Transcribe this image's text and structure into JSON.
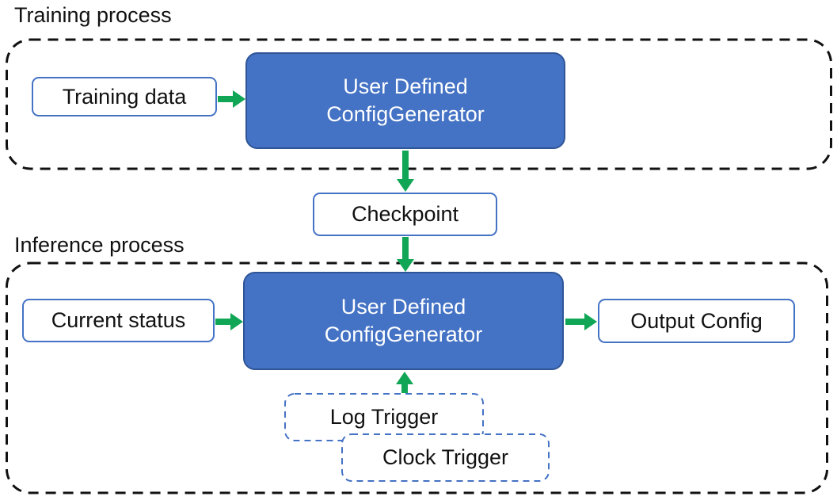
{
  "titles": {
    "training": "Training process",
    "inference": "Inference process"
  },
  "boxes": {
    "training_data": "Training data",
    "generator_line1": "User Defined",
    "generator_line2": "ConfigGenerator",
    "checkpoint": "Checkpoint",
    "current_status": "Current status",
    "output_config": "Output Config",
    "log_trigger": "Log Trigger",
    "clock_trigger": "Clock Trigger"
  },
  "colors": {
    "box_fill_blue": "#4472C4",
    "box_border_dark_blue": "#2F5597",
    "light_box_border_blue": "#4472C4",
    "trigger_border_blue": "#4472C4",
    "arrow_green": "#10A656",
    "container_dash_black": "#111111",
    "text_dark": "#111111",
    "text_white": "#FFFFFF"
  }
}
